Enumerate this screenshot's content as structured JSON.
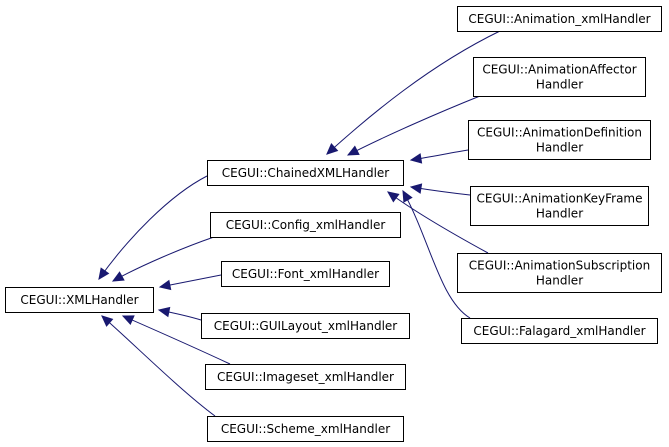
{
  "diagram": {
    "type": "inheritance-graph",
    "edge_color": "#191970",
    "nodes": [
      {
        "id": "xmlhandler",
        "lines": [
          "CEGUI::XMLHandler"
        ]
      },
      {
        "id": "chained",
        "lines": [
          "CEGUI::ChainedXMLHandler"
        ]
      },
      {
        "id": "config",
        "lines": [
          "CEGUI::Config_xmlHandler"
        ]
      },
      {
        "id": "font",
        "lines": [
          "CEGUI::Font_xmlHandler"
        ]
      },
      {
        "id": "guilayout",
        "lines": [
          "CEGUI::GUILayout_xmlHandler"
        ]
      },
      {
        "id": "imageset",
        "lines": [
          "CEGUI::Imageset_xmlHandler"
        ]
      },
      {
        "id": "scheme",
        "lines": [
          "CEGUI::Scheme_xmlHandler"
        ]
      },
      {
        "id": "animation",
        "lines": [
          "CEGUI::Animation_xmlHandler"
        ]
      },
      {
        "id": "affector",
        "lines": [
          "CEGUI::AnimationAffector",
          "Handler"
        ]
      },
      {
        "id": "definition",
        "lines": [
          "CEGUI::AnimationDefinition",
          "Handler"
        ]
      },
      {
        "id": "keyframe",
        "lines": [
          "CEGUI::AnimationKeyFrame",
          "Handler"
        ]
      },
      {
        "id": "subscription",
        "lines": [
          "CEGUI::AnimationSubscription",
          "Handler"
        ]
      },
      {
        "id": "falagard",
        "lines": [
          "CEGUI::Falagard_xmlHandler"
        ]
      }
    ],
    "edges": [
      {
        "from": "chained",
        "to": "xmlhandler"
      },
      {
        "from": "config",
        "to": "xmlhandler"
      },
      {
        "from": "font",
        "to": "xmlhandler"
      },
      {
        "from": "guilayout",
        "to": "xmlhandler"
      },
      {
        "from": "imageset",
        "to": "xmlhandler"
      },
      {
        "from": "scheme",
        "to": "xmlhandler"
      },
      {
        "from": "animation",
        "to": "chained"
      },
      {
        "from": "affector",
        "to": "chained"
      },
      {
        "from": "definition",
        "to": "chained"
      },
      {
        "from": "keyframe",
        "to": "chained"
      },
      {
        "from": "subscription",
        "to": "chained"
      },
      {
        "from": "falagard",
        "to": "chained"
      }
    ]
  }
}
